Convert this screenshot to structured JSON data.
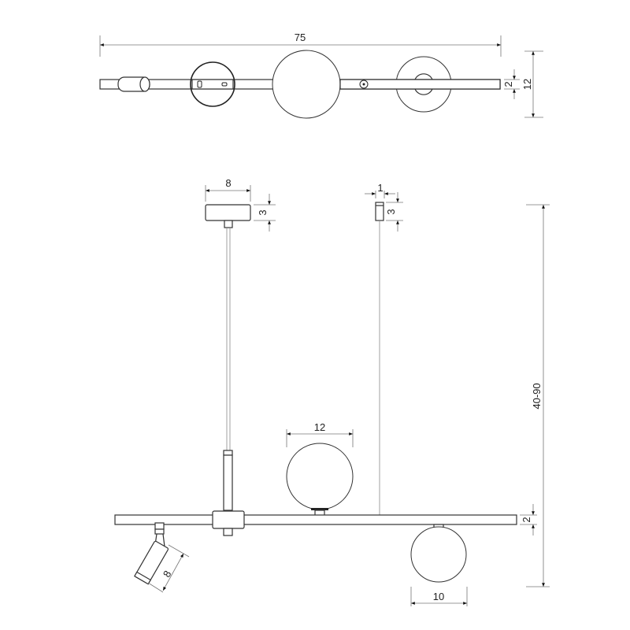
{
  "drawing": {
    "top_view": {
      "width_label": "75",
      "bar_height_label": "2",
      "total_height_label": "12"
    },
    "front_view": {
      "canopy_width_label": "8",
      "canopy_height_label": "3",
      "hook_width_label": "1",
      "hook_height_label": "3",
      "drop_height_label": "40-90",
      "bar_height_label": "2",
      "upper_globe_label": "12",
      "lower_globe_label": "10",
      "spot_length_label": "8"
    }
  },
  "colors": {
    "line": "#333333",
    "dimension": "#777777",
    "background": "#ffffff"
  }
}
